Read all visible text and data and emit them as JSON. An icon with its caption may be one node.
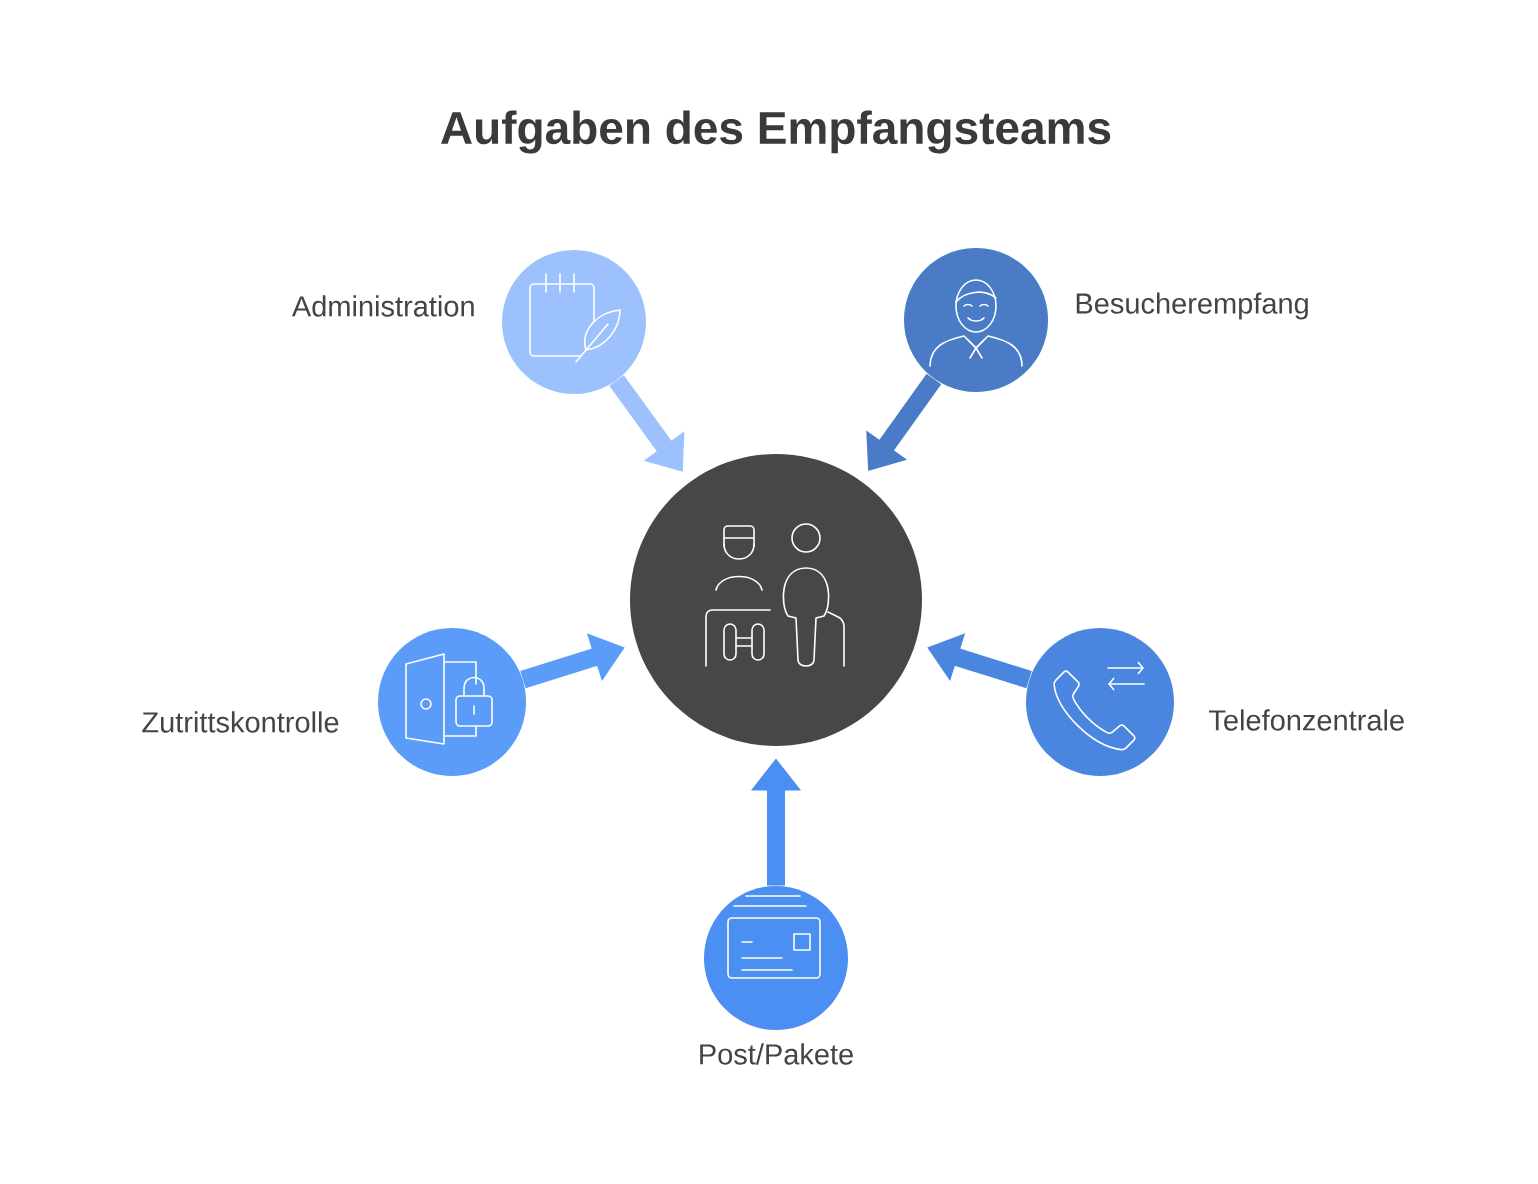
{
  "diagram": {
    "title": "Aufgaben des Empfangsteams",
    "nodes": [
      {
        "text": [
          "Administration"
        ]
      },
      {
        "text": [
          "Besucherempfang"
        ]
      },
      {
        "text": [],
        "shape": "circle"
      },
      {
        "text": [
          "Zutrittskontrolle"
        ]
      },
      {
        "text": [
          "Telefonzentrale"
        ]
      },
      {
        "text": [
          "Post/Pakete"
        ]
      }
    ],
    "edges": [
      {
        "from": 0,
        "to": 2,
        "arrow": "to",
        "color": "#9dc1fc"
      },
      {
        "from": 1,
        "to": 2,
        "arrow": "to",
        "color": "#4a7bc6"
      },
      {
        "from": 3,
        "to": 2,
        "arrow": "to",
        "color": "#5a9cf7"
      },
      {
        "from": 4,
        "to": 2,
        "arrow": "to",
        "color": "#4a86df"
      },
      {
        "from": 5,
        "to": 2,
        "arrow": "to",
        "color": "#4b8ff2"
      }
    ]
  }
}
